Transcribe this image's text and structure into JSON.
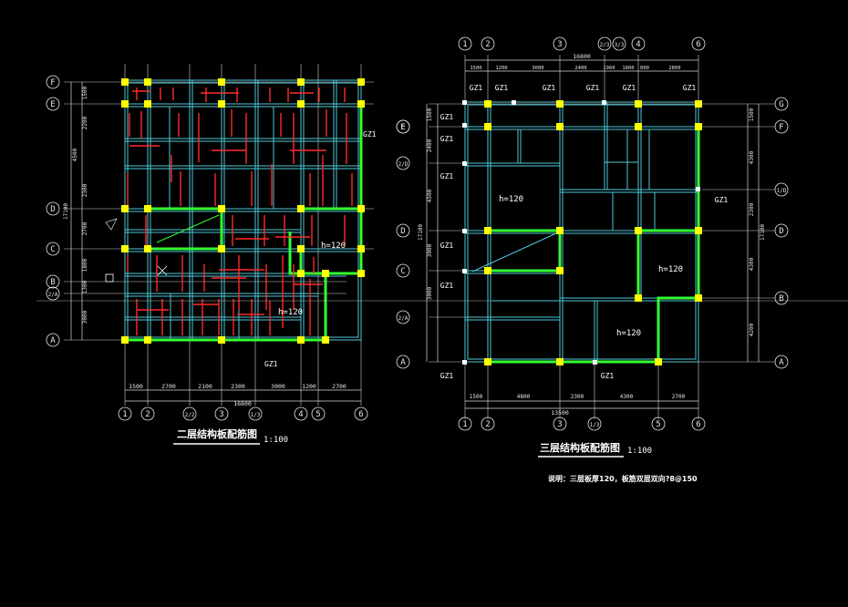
{
  "colors": {
    "background": "#000000",
    "beam": "#4ec9d8",
    "wall": "#33ff33",
    "column": "#ffff00",
    "rebar": "#ff2a2a",
    "text": "#ffffff",
    "dim": "#e6e6e6"
  },
  "plan2": {
    "title": "二层结构板配筋图",
    "scale": "1:100",
    "total_dim": "16800",
    "top_dims": [
      "1500",
      "2700",
      "2100",
      "2300",
      "3000",
      "1200",
      "2700"
    ],
    "bottom_axes": [
      "1",
      "2",
      "2/2",
      "3",
      "1/3",
      "4",
      "5",
      "6"
    ],
    "left_axes": [
      "F",
      "E",
      "D",
      "C",
      "B",
      "2/A",
      "A"
    ],
    "left_dims_inner": [
      "1500",
      "2200",
      "2300",
      "2700",
      "1800",
      "1300",
      "3000"
    ],
    "left_dims_outer": [
      "4500",
      "17100"
    ],
    "gz1": [
      "GZ1",
      "GZ1"
    ],
    "slab_h": [
      "h=120",
      "h=120"
    ]
  },
  "plan3": {
    "title": "三层结构板配筋图",
    "scale": "1:100",
    "total_dim": "16800",
    "top_axes": [
      "1",
      "2",
      "3",
      "2/3",
      "3/3",
      "4",
      "6"
    ],
    "top_dims": [
      "1500",
      "1200",
      "3000",
      "2400",
      "1960",
      "1800",
      "800",
      "2800"
    ],
    "bottom_dims": [
      "1500",
      "4800",
      "2300",
      "4300",
      "2700"
    ],
    "bottom_total": "13500",
    "bottom_axes": [
      "1",
      "2",
      "3",
      "1/3",
      "5",
      "6"
    ],
    "left_axes": [
      "E",
      "F",
      "2/D",
      "D",
      "C",
      "2/A",
      "A"
    ],
    "right_axes": [
      "G",
      "F",
      "1/D",
      "D",
      "B",
      "A"
    ],
    "left_dims": [
      "1500",
      "2400",
      "4500",
      "3000",
      "3000",
      "17100"
    ],
    "right_dims": [
      "1500",
      "4300",
      "2300",
      "4300",
      "4200",
      "17100"
    ],
    "gz1": [
      "GZ1",
      "GZ1",
      "GZ1",
      "GZ1",
      "GZ1",
      "GZ1",
      "GZ1",
      "GZ1",
      "GZ1",
      "GZ1",
      "GZ1",
      "GZ1",
      "GZ1"
    ],
    "slab_h": [
      "h=120",
      "h=120",
      "h=120"
    ],
    "note": "说明：三层板厚120，板筋双层双向?8@150"
  }
}
